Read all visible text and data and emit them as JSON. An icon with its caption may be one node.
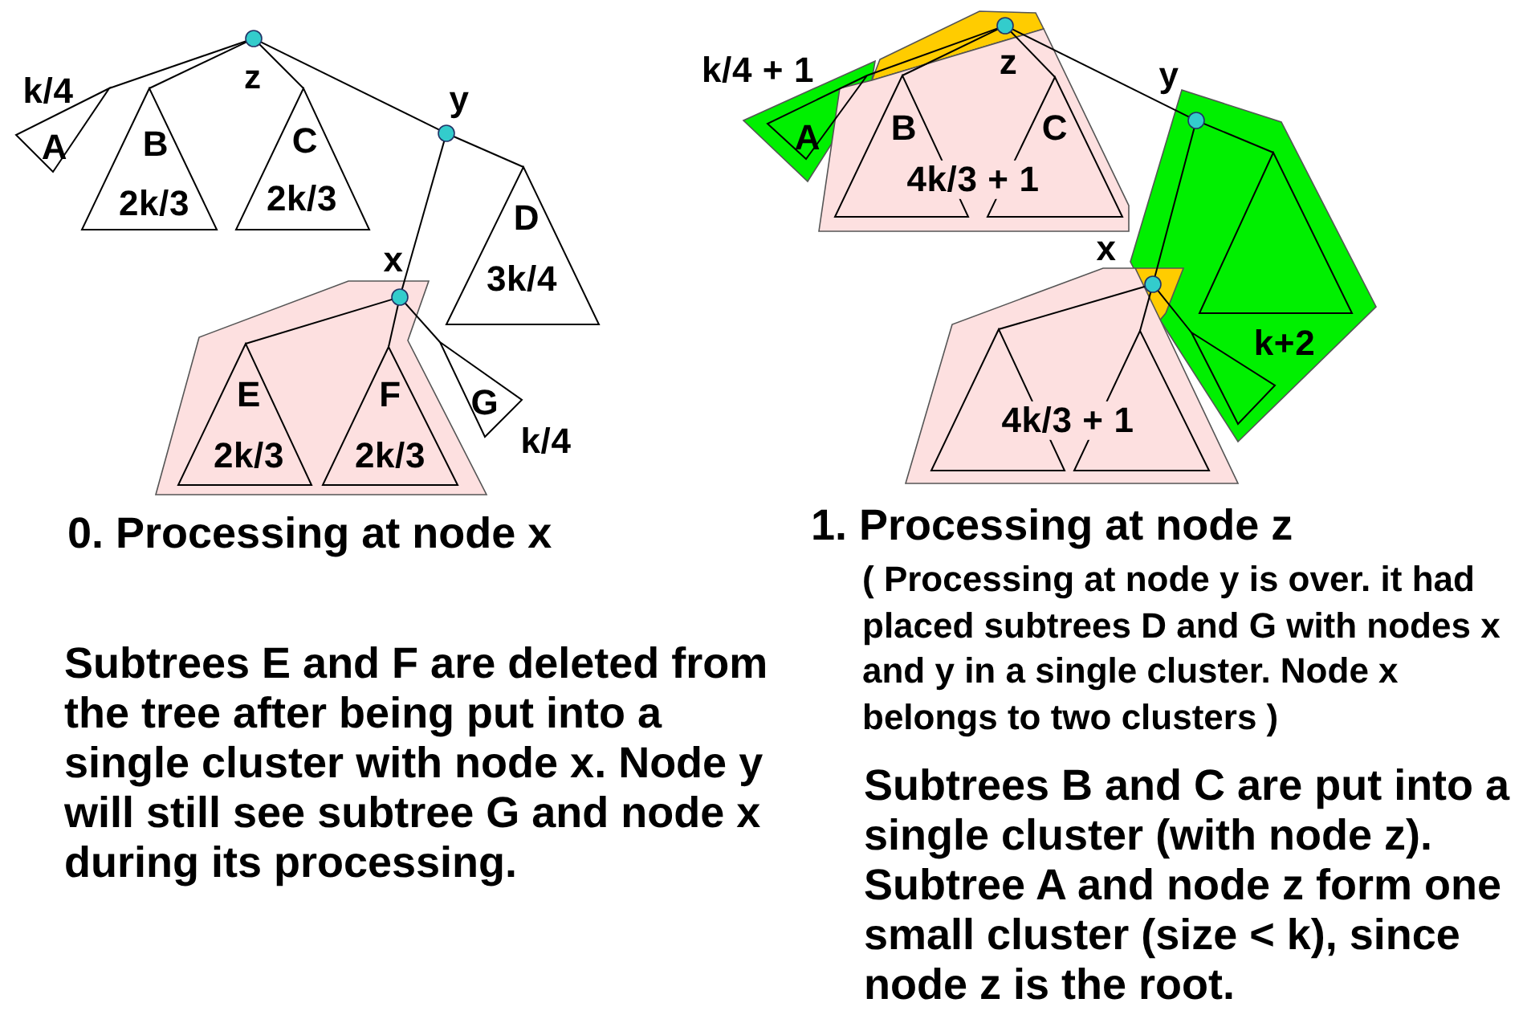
{
  "diagram": {
    "nodes": [
      {
        "text": [],
        "shape": "polygon"
      },
      {
        "text": [],
        "shape": "circle"
      },
      {
        "text": [
          "A"
        ],
        "beside": [
          "k/4"
        ]
      },
      {
        "text": [
          "B",
          "2k/3"
        ]
      },
      {
        "text": [
          "C",
          "2k/3"
        ]
      },
      {
        "text": [],
        "shape": "circle",
        "beside": [
          "y"
        ]
      },
      {
        "text": [
          "D",
          "3k/4"
        ]
      },
      {
        "text": [],
        "shape": "circle",
        "beside": [
          "x"
        ],
        "in": 0
      },
      {
        "text": [
          "E",
          "2k/3"
        ],
        "in": 0
      },
      {
        "text": [
          "F",
          "2k/3"
        ],
        "in": 0
      },
      {
        "text": [
          "G"
        ],
        "beside": [
          "k/4"
        ]
      },
      {
        "text": [],
        "shape": "polygon"
      },
      {
        "text": [],
        "shape": "circle",
        "beside": [
          "z"
        ],
        "in": 11
      },
      {
        "text": [],
        "shape": "polygon"
      },
      {
        "text": [
          "A"
        ],
        "beside": [
          "k/4 + 1"
        ],
        "in": 13
      },
      {
        "text": [
          "4k/3 + 1"
        ]
      },
      {
        "text": [
          "B"
        ],
        "in": 15
      },
      {
        "text": [
          "C"
        ],
        "in": 15
      },
      {
        "text": [
          "k+2"
        ]
      },
      {
        "text": [],
        "shape": "circle",
        "beside": [
          "y"
        ],
        "in": 18
      },
      {
        "text": [],
        "shape": "triangle",
        "in": 18
      },
      {
        "text": [],
        "shape": "triangle",
        "in": 18
      },
      {
        "text": [],
        "shape": "polygon",
        "in": 18
      },
      {
        "text": [],
        "shape": "circle",
        "beside": [
          "x"
        ],
        "in": 22
      },
      {
        "text": [
          "4k/3 + 1"
        ]
      },
      {
        "text": [],
        "shape": "triangle",
        "in": 24
      },
      {
        "text": [],
        "shape": "triangle",
        "in": 24
      }
    ],
    "edges": [
      {
        "from": 1,
        "to": 2,
        "arrow": "none"
      },
      {
        "from": 1,
        "to": 3,
        "arrow": "none"
      },
      {
        "from": 1,
        "to": 4,
        "arrow": "none"
      },
      {
        "from": 1,
        "to": 5,
        "arrow": "none"
      },
      {
        "from": 5,
        "to": 6,
        "arrow": "none"
      },
      {
        "from": 5,
        "to": 7,
        "arrow": "none"
      },
      {
        "from": 7,
        "to": 8,
        "arrow": "none"
      },
      {
        "from": 7,
        "to": 9,
        "arrow": "none"
      },
      {
        "from": 7,
        "to": 10,
        "arrow": "none"
      },
      {
        "from": 12,
        "to": 14,
        "arrow": "none"
      },
      {
        "from": 12,
        "to": 16,
        "arrow": "none"
      },
      {
        "from": 12,
        "to": 17,
        "arrow": "none"
      },
      {
        "from": 12,
        "to": 19,
        "arrow": "none"
      },
      {
        "from": 19,
        "to": 20,
        "arrow": "none"
      },
      {
        "from": 19,
        "to": 23,
        "arrow": "none"
      },
      {
        "from": 23,
        "to": 25,
        "arrow": "none"
      },
      {
        "from": 23,
        "to": 26,
        "arrow": "none"
      },
      {
        "from": 23,
        "to": 21,
        "arrow": "none"
      }
    ],
    "labels": [
      "z",
      "0. Processing at node x",
      "Subtrees E and F are deleted from the tree after being put into a single cluster with node x. Node y will still see subtree G and node x during its processing.",
      "1. Processing at node z",
      "( Processing at node y is over. it had placed subtrees D and G with nodes x and y in a single cluster. Node x belongs to two clusters )",
      "Subtrees B and C are put into a single cluster (with node z). Subtree A and node z form one small cluster (size < k), since node z is the root."
    ]
  }
}
